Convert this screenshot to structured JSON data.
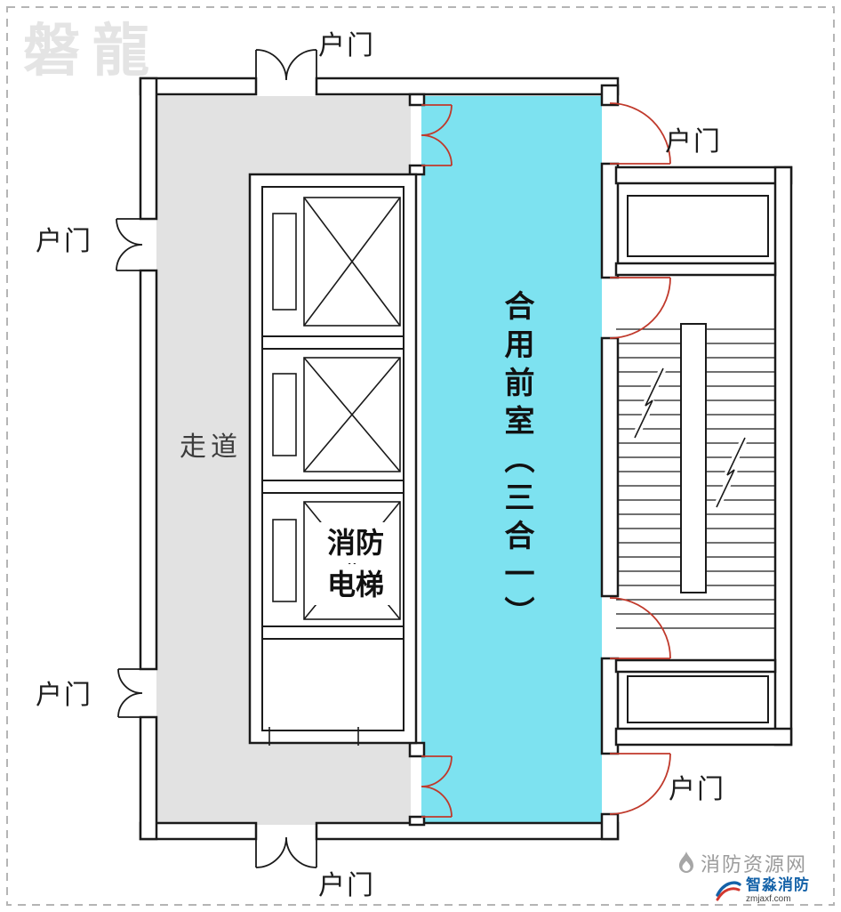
{
  "watermark": "磐龍",
  "plan": {
    "door_label": "户门",
    "corridor_label": "走道",
    "lobby_label": "合用前室（三合一）",
    "fire_elevator_lines": [
      "消防",
      "电梯"
    ]
  },
  "footer": {
    "site": "消防资源网",
    "brand": "智淼消防",
    "url": "zmjaxf.com"
  },
  "colors": {
    "wall": "#1a1a1a",
    "lobby_fill": "#7de2f0",
    "corridor_fill": "#e2e2e2",
    "door_red": "#c0392b",
    "watermark": "#e4e4e4",
    "footer_gray": "#9b9b9b",
    "brand_blue": "#1462a8",
    "brand_red": "#d2372e"
  }
}
